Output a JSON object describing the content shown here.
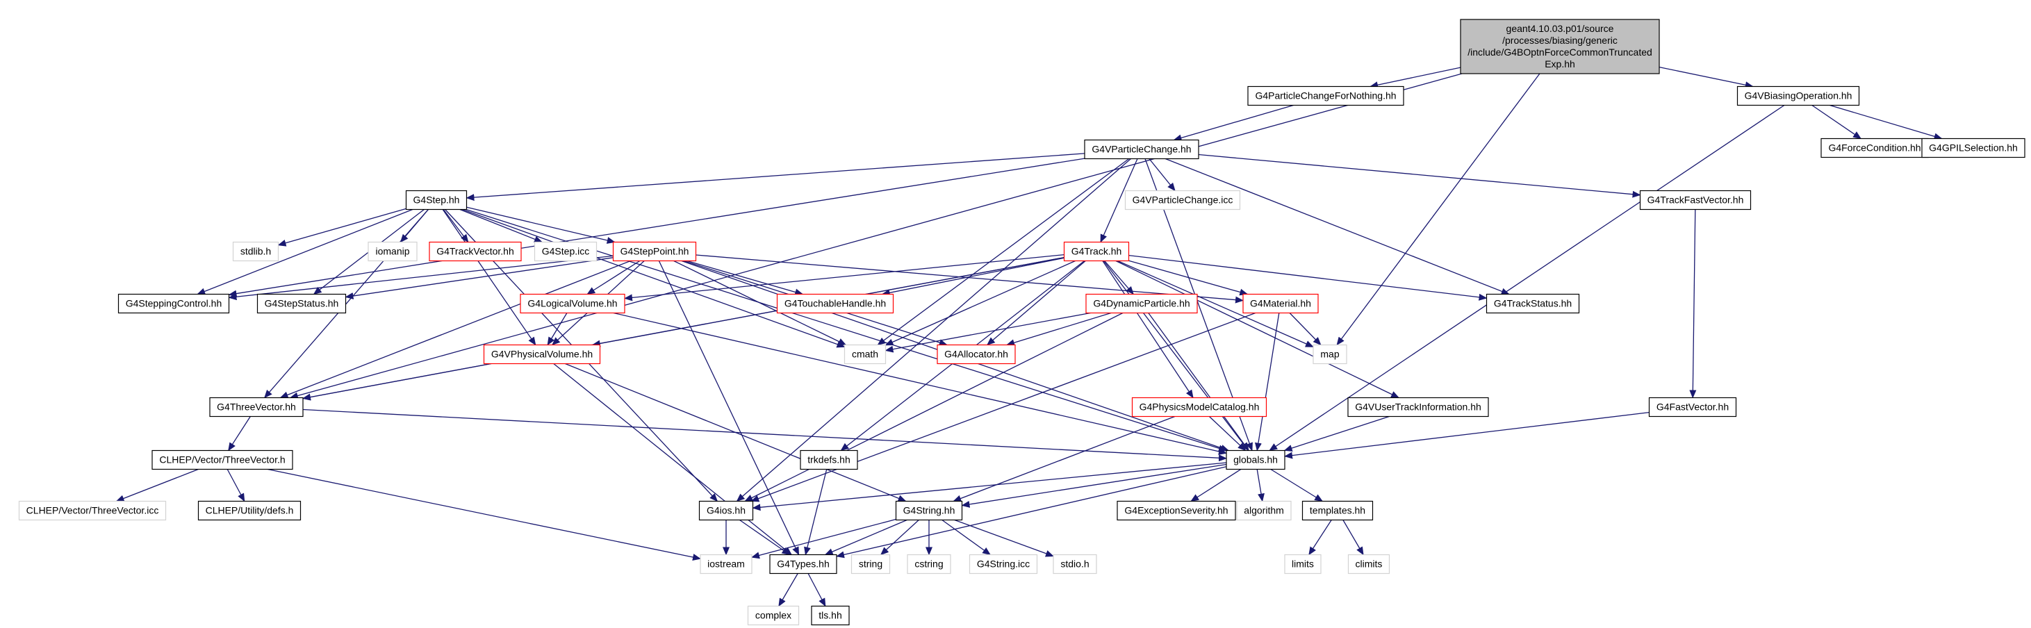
{
  "colors": {
    "edge": "#191970",
    "root_fill": "#bfbfbf",
    "node_border": "#000000",
    "missing_border": "#d3d3d3",
    "red_border": "#ff0000",
    "text": "#000000"
  },
  "diagram": {
    "nodes": [
      {
        "id": "root",
        "kind": "root",
        "lines": [
          "geant4.10.03.p01/source",
          "/processes/biasing/generic",
          "/include/G4BOptnForceCommonTruncated",
          "Exp.hh"
        ]
      },
      {
        "id": "pcfn",
        "kind": "normal",
        "lines": [
          "G4ParticleChangeForNothing.hh"
        ]
      },
      {
        "id": "vbo",
        "kind": "normal",
        "lines": [
          "G4VBiasingOperation.hh"
        ]
      },
      {
        "id": "vpc",
        "kind": "normal",
        "lines": [
          "G4VParticleChange.hh"
        ]
      },
      {
        "id": "fc",
        "kind": "normal",
        "lines": [
          "G4ForceCondition.hh"
        ]
      },
      {
        "id": "gpil",
        "kind": "normal",
        "lines": [
          "G4GPILSelection.hh"
        ]
      },
      {
        "id": "step",
        "kind": "normal",
        "lines": [
          "G4Step.hh"
        ]
      },
      {
        "id": "vpcicc",
        "kind": "missing",
        "lines": [
          "G4VParticleChange.icc"
        ]
      },
      {
        "id": "tfv",
        "kind": "normal",
        "lines": [
          "G4TrackFastVector.hh"
        ]
      },
      {
        "id": "stdlib",
        "kind": "missing",
        "lines": [
          "stdlib.h"
        ]
      },
      {
        "id": "iomanip",
        "kind": "missing",
        "lines": [
          "iomanip"
        ]
      },
      {
        "id": "tv",
        "kind": "red",
        "lines": [
          "G4TrackVector.hh"
        ]
      },
      {
        "id": "stepicc",
        "kind": "missing",
        "lines": [
          "G4Step.icc"
        ]
      },
      {
        "id": "sp",
        "kind": "red",
        "lines": [
          "G4StepPoint.hh"
        ]
      },
      {
        "id": "track",
        "kind": "red",
        "lines": [
          "G4Track.hh"
        ]
      },
      {
        "id": "sc",
        "kind": "normal",
        "lines": [
          "G4SteppingControl.hh"
        ]
      },
      {
        "id": "ss",
        "kind": "normal",
        "lines": [
          "G4StepStatus.hh"
        ]
      },
      {
        "id": "th",
        "kind": "red",
        "lines": [
          "G4TouchableHandle.hh"
        ]
      },
      {
        "id": "lv",
        "kind": "red",
        "lines": [
          "G4LogicalVolume.hh"
        ]
      },
      {
        "id": "dp",
        "kind": "red",
        "lines": [
          "G4DynamicParticle.hh"
        ]
      },
      {
        "id": "mat",
        "kind": "red",
        "lines": [
          "G4Material.hh"
        ]
      },
      {
        "id": "ts",
        "kind": "normal",
        "lines": [
          "G4TrackStatus.hh"
        ]
      },
      {
        "id": "cmath",
        "kind": "missing",
        "lines": [
          "cmath"
        ]
      },
      {
        "id": "alloc",
        "kind": "red",
        "lines": [
          "G4Allocator.hh"
        ]
      },
      {
        "id": "map",
        "kind": "missing",
        "lines": [
          "map"
        ]
      },
      {
        "id": "pv",
        "kind": "red",
        "lines": [
          "G4VPhysicalVolume.hh"
        ]
      },
      {
        "id": "tvec",
        "kind": "normal",
        "lines": [
          "G4ThreeVector.hh"
        ]
      },
      {
        "id": "pmc",
        "kind": "red",
        "lines": [
          "G4PhysicsModelCatalog.hh"
        ]
      },
      {
        "id": "vuti",
        "kind": "normal",
        "lines": [
          "G4VUserTrackInformation.hh"
        ]
      },
      {
        "id": "fv",
        "kind": "normal",
        "lines": [
          "G4FastVector.hh"
        ]
      },
      {
        "id": "clhep3v",
        "kind": "normal",
        "lines": [
          "CLHEP/Vector/ThreeVector.h"
        ]
      },
      {
        "id": "globals",
        "kind": "normal",
        "lines": [
          "globals.hh"
        ]
      },
      {
        "id": "trkdefs",
        "kind": "normal",
        "lines": [
          "trkdefs.hh"
        ]
      },
      {
        "id": "clhep3vicc",
        "kind": "missing",
        "lines": [
          "CLHEP/Vector/ThreeVector.icc"
        ]
      },
      {
        "id": "clhepdefs",
        "kind": "normal",
        "lines": [
          "CLHEP/Utility/defs.h"
        ]
      },
      {
        "id": "ios",
        "kind": "normal",
        "lines": [
          "G4ios.hh"
        ]
      },
      {
        "id": "g4string",
        "kind": "normal",
        "lines": [
          "G4String.hh"
        ]
      },
      {
        "id": "exsev",
        "kind": "normal",
        "lines": [
          "G4ExceptionSeverity.hh"
        ]
      },
      {
        "id": "algorithm",
        "kind": "missing",
        "lines": [
          "algorithm"
        ]
      },
      {
        "id": "templates",
        "kind": "normal",
        "lines": [
          "templates.hh"
        ]
      },
      {
        "id": "iostream",
        "kind": "missing",
        "lines": [
          "iostream"
        ]
      },
      {
        "id": "types",
        "kind": "normal",
        "lines": [
          "G4Types.hh"
        ]
      },
      {
        "id": "string",
        "kind": "missing",
        "lines": [
          "string"
        ]
      },
      {
        "id": "cstring",
        "kind": "missing",
        "lines": [
          "cstring"
        ]
      },
      {
        "id": "g4stringicc",
        "kind": "missing",
        "lines": [
          "G4String.icc"
        ]
      },
      {
        "id": "stdio",
        "kind": "missing",
        "lines": [
          "stdio.h"
        ]
      },
      {
        "id": "limits",
        "kind": "missing",
        "lines": [
          "limits"
        ]
      },
      {
        "id": "climits",
        "kind": "missing",
        "lines": [
          "climits"
        ]
      },
      {
        "id": "complex",
        "kind": "missing",
        "lines": [
          "complex"
        ]
      },
      {
        "id": "tls",
        "kind": "normal",
        "lines": [
          "tls.hh"
        ]
      }
    ],
    "edges": [
      [
        "root",
        "pcfn"
      ],
      [
        "root",
        "vbo"
      ],
      [
        "root",
        "tvec"
      ],
      [
        "root",
        "map"
      ],
      [
        "pcfn",
        "vpc"
      ],
      [
        "vbo",
        "fc"
      ],
      [
        "vbo",
        "gpil"
      ],
      [
        "vbo",
        "globals"
      ],
      [
        "vpc",
        "step"
      ],
      [
        "vpc",
        "vpcicc"
      ],
      [
        "vpc",
        "tfv"
      ],
      [
        "vpc",
        "track"
      ],
      [
        "vpc",
        "sc"
      ],
      [
        "vpc",
        "ts"
      ],
      [
        "vpc",
        "cmath"
      ],
      [
        "vpc",
        "ios"
      ],
      [
        "vpc",
        "globals"
      ],
      [
        "tfv",
        "fv"
      ],
      [
        "step",
        "stdlib"
      ],
      [
        "step",
        "iomanip"
      ],
      [
        "step",
        "tv"
      ],
      [
        "step",
        "stepicc"
      ],
      [
        "step",
        "sp"
      ],
      [
        "step",
        "sc"
      ],
      [
        "step",
        "ss"
      ],
      [
        "step",
        "tvec"
      ],
      [
        "step",
        "pv"
      ],
      [
        "step",
        "cmath"
      ],
      [
        "step",
        "ios"
      ],
      [
        "step",
        "globals"
      ],
      [
        "sp",
        "sc"
      ],
      [
        "sp",
        "ss"
      ],
      [
        "sp",
        "th"
      ],
      [
        "sp",
        "lv"
      ],
      [
        "sp",
        "pv"
      ],
      [
        "sp",
        "tvec"
      ],
      [
        "sp",
        "mat"
      ],
      [
        "sp",
        "cmath"
      ],
      [
        "sp",
        "alloc"
      ],
      [
        "sp",
        "types"
      ],
      [
        "sp",
        "globals"
      ],
      [
        "track",
        "th"
      ],
      [
        "track",
        "lv"
      ],
      [
        "track",
        "dp"
      ],
      [
        "track",
        "mat"
      ],
      [
        "track",
        "ts"
      ],
      [
        "track",
        "cmath"
      ],
      [
        "track",
        "alloc"
      ],
      [
        "track",
        "map"
      ],
      [
        "track",
        "pv"
      ],
      [
        "track",
        "tvec"
      ],
      [
        "track",
        "pmc"
      ],
      [
        "track",
        "vuti"
      ],
      [
        "track",
        "trkdefs"
      ],
      [
        "track",
        "globals"
      ],
      [
        "lv",
        "pv"
      ],
      [
        "lv",
        "globals"
      ],
      [
        "dp",
        "cmath"
      ],
      [
        "dp",
        "alloc"
      ],
      [
        "dp",
        "ios"
      ],
      [
        "dp",
        "globals"
      ],
      [
        "mat",
        "map"
      ],
      [
        "mat",
        "ios"
      ],
      [
        "mat",
        "globals"
      ],
      [
        "pv",
        "tvec"
      ],
      [
        "pv",
        "g4string"
      ],
      [
        "pv",
        "types"
      ],
      [
        "tvec",
        "clhep3v"
      ],
      [
        "tvec",
        "globals"
      ],
      [
        "clhep3v",
        "clhep3vicc"
      ],
      [
        "clhep3v",
        "clhepdefs"
      ],
      [
        "clhep3v",
        "iostream"
      ],
      [
        "pmc",
        "globals"
      ],
      [
        "pmc",
        "g4string"
      ],
      [
        "vuti",
        "globals"
      ],
      [
        "fv",
        "globals"
      ],
      [
        "trkdefs",
        "types"
      ],
      [
        "globals",
        "ios"
      ],
      [
        "globals",
        "exsev"
      ],
      [
        "globals",
        "algorithm"
      ],
      [
        "globals",
        "templates"
      ],
      [
        "globals",
        "g4string"
      ],
      [
        "globals",
        "types"
      ],
      [
        "ios",
        "iostream"
      ],
      [
        "ios",
        "types"
      ],
      [
        "g4string",
        "string"
      ],
      [
        "g4string",
        "cstring"
      ],
      [
        "g4string",
        "g4stringicc"
      ],
      [
        "g4string",
        "stdio"
      ],
      [
        "g4string",
        "iostream"
      ],
      [
        "g4string",
        "types"
      ],
      [
        "templates",
        "limits"
      ],
      [
        "templates",
        "climits"
      ],
      [
        "types",
        "complex"
      ],
      [
        "types",
        "tls"
      ]
    ]
  }
}
